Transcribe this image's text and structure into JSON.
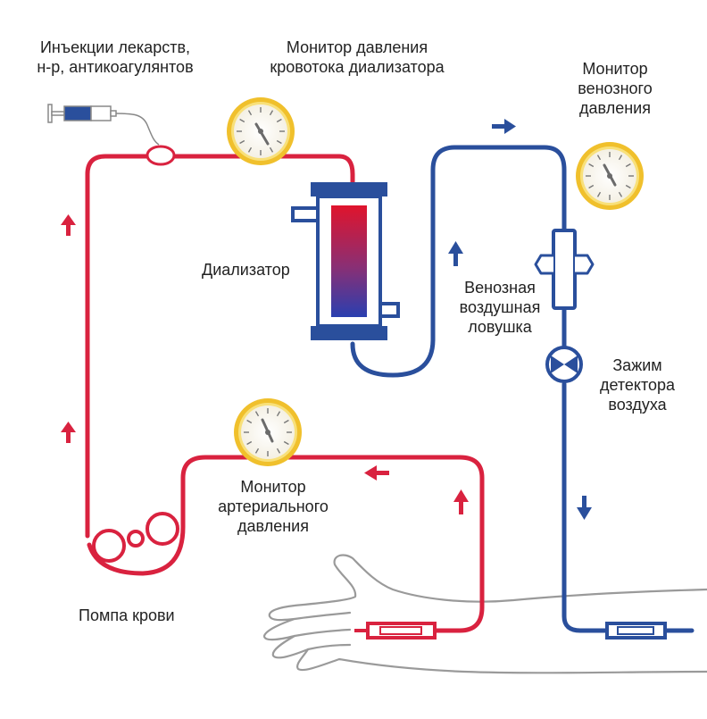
{
  "labels": {
    "injections": {
      "line1": "Инъекции лекарств,",
      "line2": "н-р, антикоагулянтов"
    },
    "dialyzer_monitor": {
      "line1": "Монитор давления",
      "line2": "кровотока диализатора"
    },
    "venous_monitor": {
      "line1": "Монитор",
      "line2": "венозного",
      "line3": "давления"
    },
    "dialyzer": "Диализатор",
    "air_trap": {
      "line1": "Венозная",
      "line2": "воздушная",
      "line3": "ловушка"
    },
    "clamp": {
      "line1": "Зажим",
      "line2": "детектора",
      "line3": "воздуха"
    },
    "arterial_monitor": {
      "line1": "Монитор",
      "line2": "артериального",
      "line3": "давления"
    },
    "pump": "Помпа крови"
  },
  "colors": {
    "arterial_red": "#d9223f",
    "venous_blue": "#2a4f9c",
    "gauge_ring": "#f0c02c",
    "gauge_needle": "#6b6b6b",
    "arm_outline": "#9a9a9a",
    "syringe_gray": "#888888",
    "text": "#222222"
  }
}
